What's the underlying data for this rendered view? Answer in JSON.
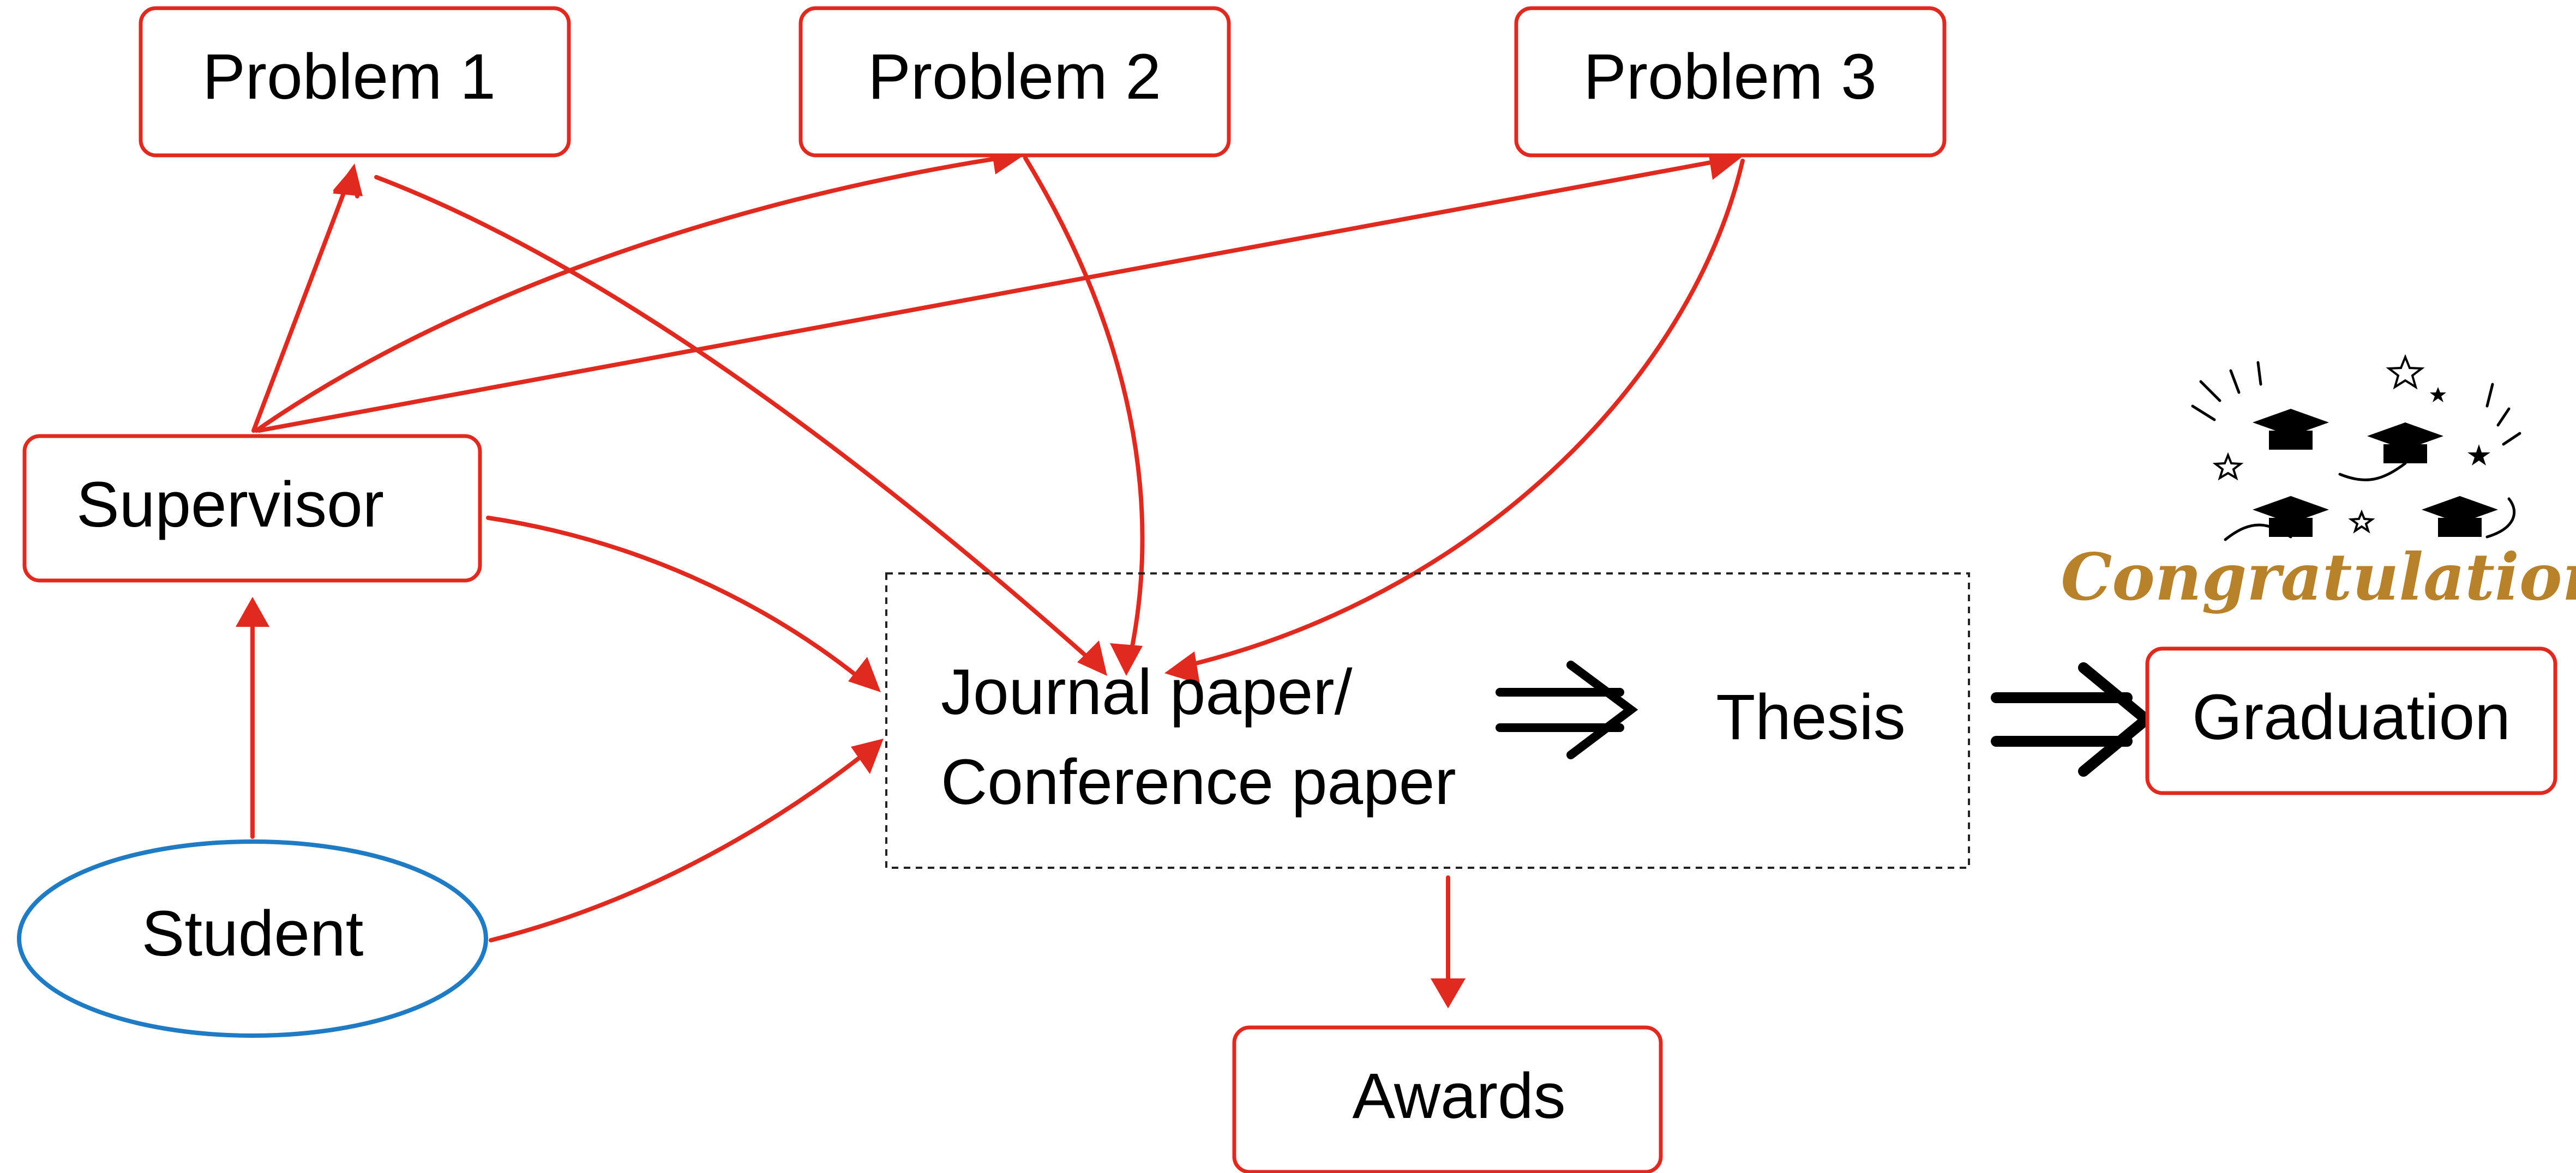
{
  "colors": {
    "edge": "#e0291f",
    "box_border": "#e0291f",
    "student_border": "#1f7bc4",
    "group_border": "#222222",
    "implies_arrow": "#000000",
    "congrats_gold": "#b8822a",
    "text": "#000000"
  },
  "nodes": {
    "problem1": "Problem 1",
    "problem2": "Problem 2",
    "problem3": "Problem 3",
    "supervisor": "Supervisor",
    "student": "Student",
    "paper_line1": "Journal paper/",
    "paper_line2": "Conference paper",
    "thesis": "Thesis",
    "graduation": "Graduation",
    "awards": "Awards"
  },
  "congrats": {
    "text": "Congratulations!",
    "icons": [
      "graduation-cap-icon",
      "star-icon",
      "confetti-icon"
    ]
  }
}
